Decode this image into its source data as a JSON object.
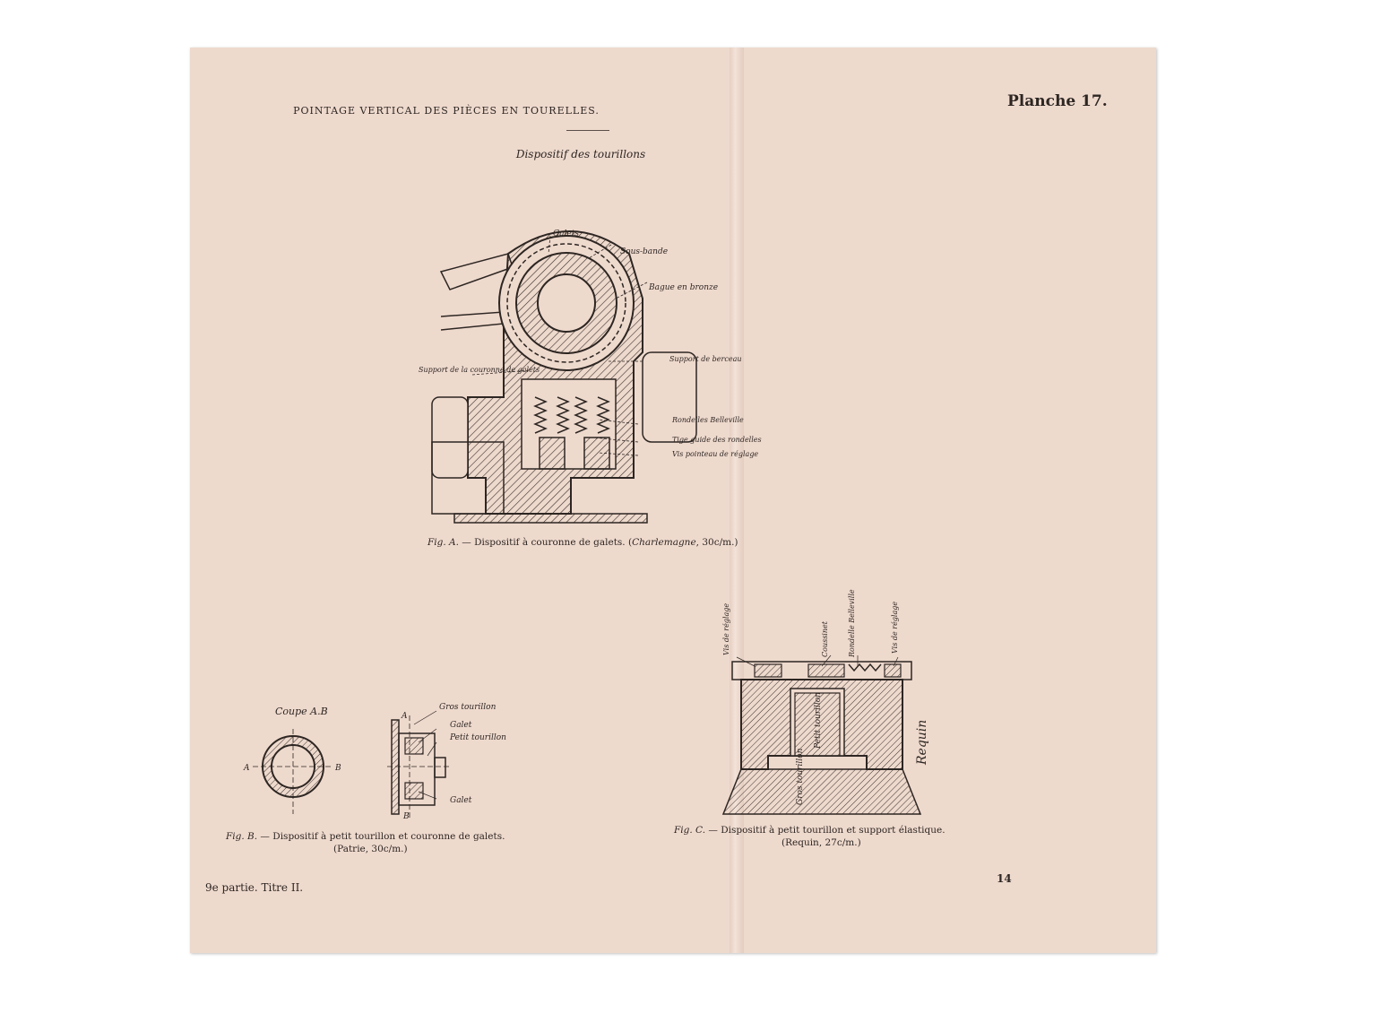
{
  "header": {
    "title": "POINTAGE VERTICAL DES PIÈCES EN TOURELLES.",
    "subtitle": "Dispositif des tourillons",
    "plate": "Planche 17."
  },
  "figA": {
    "caption_prefix": "Fig. A. — ",
    "caption_text": "Dispositif à couronne de galets. (",
    "caption_ship": "Charlemagne",
    "caption_suffix": ", 30c/m.)",
    "labels": {
      "galets": "Galets",
      "sousbande": "Sous-bande",
      "bague": "Bague en bronze",
      "support_couronne": "Support de la couronne de galets",
      "support_berceau": "Support de berceau",
      "rondelles": "Rondelles Belleville",
      "tige": "Tige guide des rondelles",
      "vis": "Vis pointeau de réglage"
    }
  },
  "figB": {
    "caption_prefix": "Fig. B. — ",
    "caption_text": "Dispositif à petit tourillon et couronne de galets.",
    "caption_line2": "(Patrie, 30c/m.)",
    "labels": {
      "coupe": "Coupe A.B",
      "gros": "Gros tourillon",
      "galet_top": "Galet",
      "petit": "Petit tourillon",
      "galet_bot": "Galet",
      "a_top": "A",
      "b_bot": "B",
      "a_left": "A",
      "b_right": "B"
    }
  },
  "figC": {
    "caption_prefix": "Fig. C. — ",
    "caption_text": "Dispositif à petit tourillon et support élastique.",
    "caption_line2": "(Requin, 27c/m.)",
    "labels": {
      "vis_left": "Vis de réglage",
      "coussinet": "Coussinet",
      "rondelle": "Rondelle Belleville",
      "vis_right": "Vis de réglage",
      "petit": "Petit tourillon",
      "gros": "Gros tourillon",
      "requin": "Requin"
    }
  },
  "footer": {
    "part": "9e partie. Titre II.",
    "page": "14"
  }
}
